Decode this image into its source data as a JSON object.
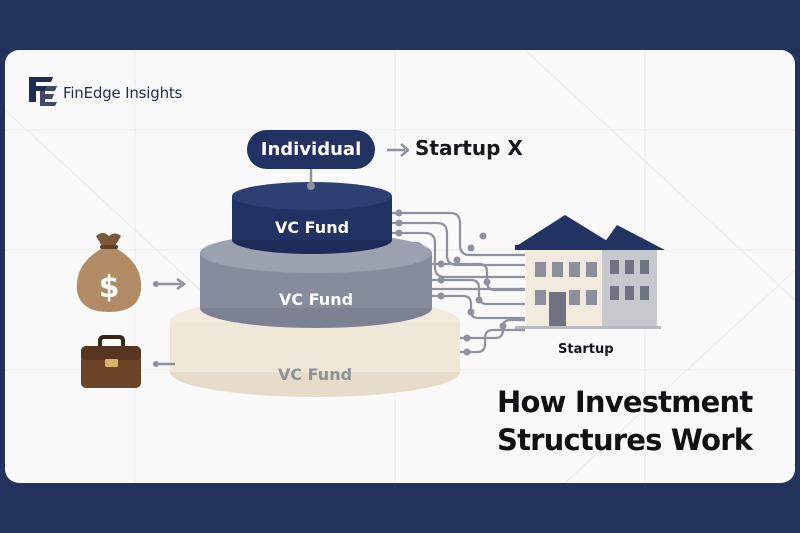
{
  "brand": {
    "name": "FinEdge Insights",
    "logo_icon": "fe-logo-icon",
    "color": "#1f2d4f"
  },
  "title": {
    "line1": "How Investment",
    "line2": "Structures Work"
  },
  "nodes": {
    "individual": "Individual",
    "startup_x": "Startup X",
    "vc_fund_top": "VC Fund",
    "vc_fund_middle": "VC Fund",
    "vc_fund_bottom": "VC Fund",
    "startup": "Startup"
  },
  "icons": {
    "money_bag": "money-bag-icon",
    "briefcase": "briefcase-icon",
    "building": "building-icon",
    "arrow": "arrow-right-icon"
  },
  "colors": {
    "navy": "#22335e",
    "tier_top": "#223263",
    "tier_middle": "#8a8fa0",
    "tier_bottom": "#f2ebdd",
    "connector": "#8e929c"
  }
}
